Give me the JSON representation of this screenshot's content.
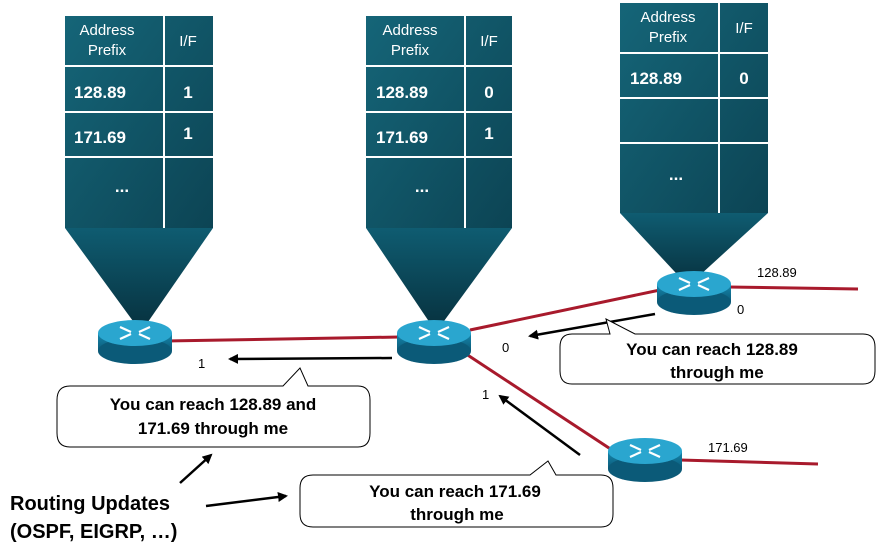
{
  "tables": [
    {
      "header": {
        "prefix_line1": "Address",
        "prefix_line2": "Prefix",
        "interface": "I/F"
      },
      "rows": [
        {
          "prefix": "128.89",
          "interface": "1"
        },
        {
          "prefix": "171.69",
          "interface": "1"
        },
        {
          "prefix": "...",
          "interface": ""
        }
      ]
    },
    {
      "header": {
        "prefix_line1": "Address",
        "prefix_line2": "Prefix",
        "interface": "I/F"
      },
      "rows": [
        {
          "prefix": "128.89",
          "interface": "0"
        },
        {
          "prefix": "171.69",
          "interface": "1"
        },
        {
          "prefix": "...",
          "interface": ""
        }
      ]
    },
    {
      "header": {
        "prefix_line1": "Address",
        "prefix_line2": "Prefix",
        "interface": "I/F"
      },
      "rows": [
        {
          "prefix": "128.89",
          "interface": "0"
        },
        {
          "prefix": "...",
          "interface": ""
        }
      ]
    }
  ],
  "links": {
    "left_if": "1",
    "center_if_to_right": "0",
    "center_if_to_bottom": "1",
    "right_router_if": "0",
    "right_network": "128.89",
    "bottom_network": "171.69"
  },
  "bubbles": {
    "left_line1": "You can reach 128.89 and",
    "left_line2": "171.69 through me",
    "top_right_line1": "You can reach 128.89",
    "top_right_line2": "through me",
    "bottom_line1": "You can reach 171.69",
    "bottom_line2": "through me"
  },
  "caption": {
    "line1": "Routing Updates",
    "line2": "(OSPF, EIGRP, …)"
  },
  "colors": {
    "table_fill": "#125b6e",
    "table_border": "#ffffff",
    "router_fill": "#1c8fb6",
    "link_color": "#a81a2c",
    "arrow_color": "#000000"
  }
}
